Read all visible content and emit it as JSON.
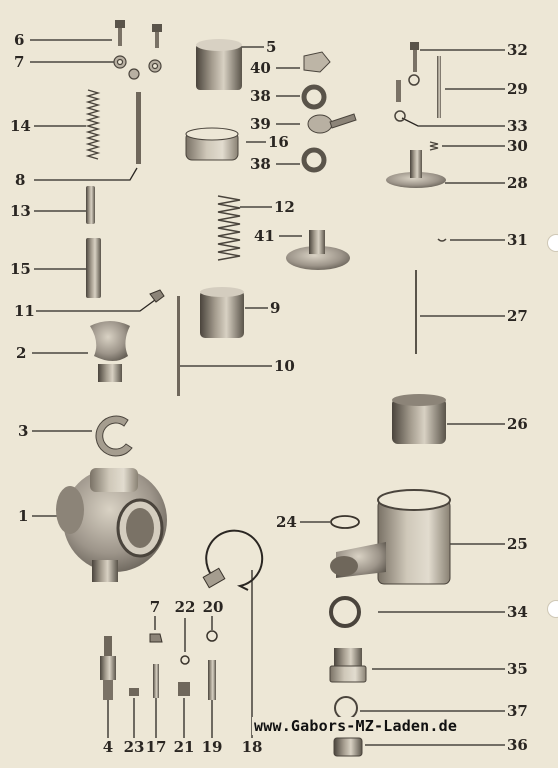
{
  "diagram": {
    "parts": [
      {
        "id": "part-1",
        "label": "1"
      },
      {
        "id": "part-2",
        "label": "2"
      },
      {
        "id": "part-3",
        "label": "3"
      },
      {
        "id": "part-4",
        "label": "4"
      },
      {
        "id": "part-5",
        "label": "5"
      },
      {
        "id": "part-6",
        "label": "6"
      },
      {
        "id": "part-7-top",
        "label": "7"
      },
      {
        "id": "part-7-bottom",
        "label": "7"
      },
      {
        "id": "part-8",
        "label": "8"
      },
      {
        "id": "part-9",
        "label": "9"
      },
      {
        "id": "part-10",
        "label": "10"
      },
      {
        "id": "part-11",
        "label": "11"
      },
      {
        "id": "part-12",
        "label": "12"
      },
      {
        "id": "part-13",
        "label": "13"
      },
      {
        "id": "part-14",
        "label": "14"
      },
      {
        "id": "part-15",
        "label": "15"
      },
      {
        "id": "part-16",
        "label": "16"
      },
      {
        "id": "part-17",
        "label": "17"
      },
      {
        "id": "part-18",
        "label": "18"
      },
      {
        "id": "part-19",
        "label": "19"
      },
      {
        "id": "part-20",
        "label": "20"
      },
      {
        "id": "part-21",
        "label": "21"
      },
      {
        "id": "part-22",
        "label": "22"
      },
      {
        "id": "part-23",
        "label": "23"
      },
      {
        "id": "part-24",
        "label": "24"
      },
      {
        "id": "part-25",
        "label": "25"
      },
      {
        "id": "part-26",
        "label": "26"
      },
      {
        "id": "part-27",
        "label": "27"
      },
      {
        "id": "part-28",
        "label": "28"
      },
      {
        "id": "part-29",
        "label": "29"
      },
      {
        "id": "part-30",
        "label": "30"
      },
      {
        "id": "part-31",
        "label": "31"
      },
      {
        "id": "part-32",
        "label": "32"
      },
      {
        "id": "part-33",
        "label": "33"
      },
      {
        "id": "part-34",
        "label": "34"
      },
      {
        "id": "part-35",
        "label": "35"
      },
      {
        "id": "part-36",
        "label": "36"
      },
      {
        "id": "part-37",
        "label": "37"
      },
      {
        "id": "part-38-top",
        "label": "38"
      },
      {
        "id": "part-38-bottom",
        "label": "38"
      },
      {
        "id": "part-39",
        "label": "39"
      },
      {
        "id": "part-40",
        "label": "40"
      },
      {
        "id": "part-41",
        "label": "41"
      }
    ],
    "watermark": "www.Gabors-MZ-Laden.de"
  },
  "colors": {
    "paper": "#ede7d6",
    "ink": "#2a2622",
    "metal_dark": "#4a443c",
    "metal_mid": "#8c8478",
    "metal_light": "#d4cdbf"
  }
}
